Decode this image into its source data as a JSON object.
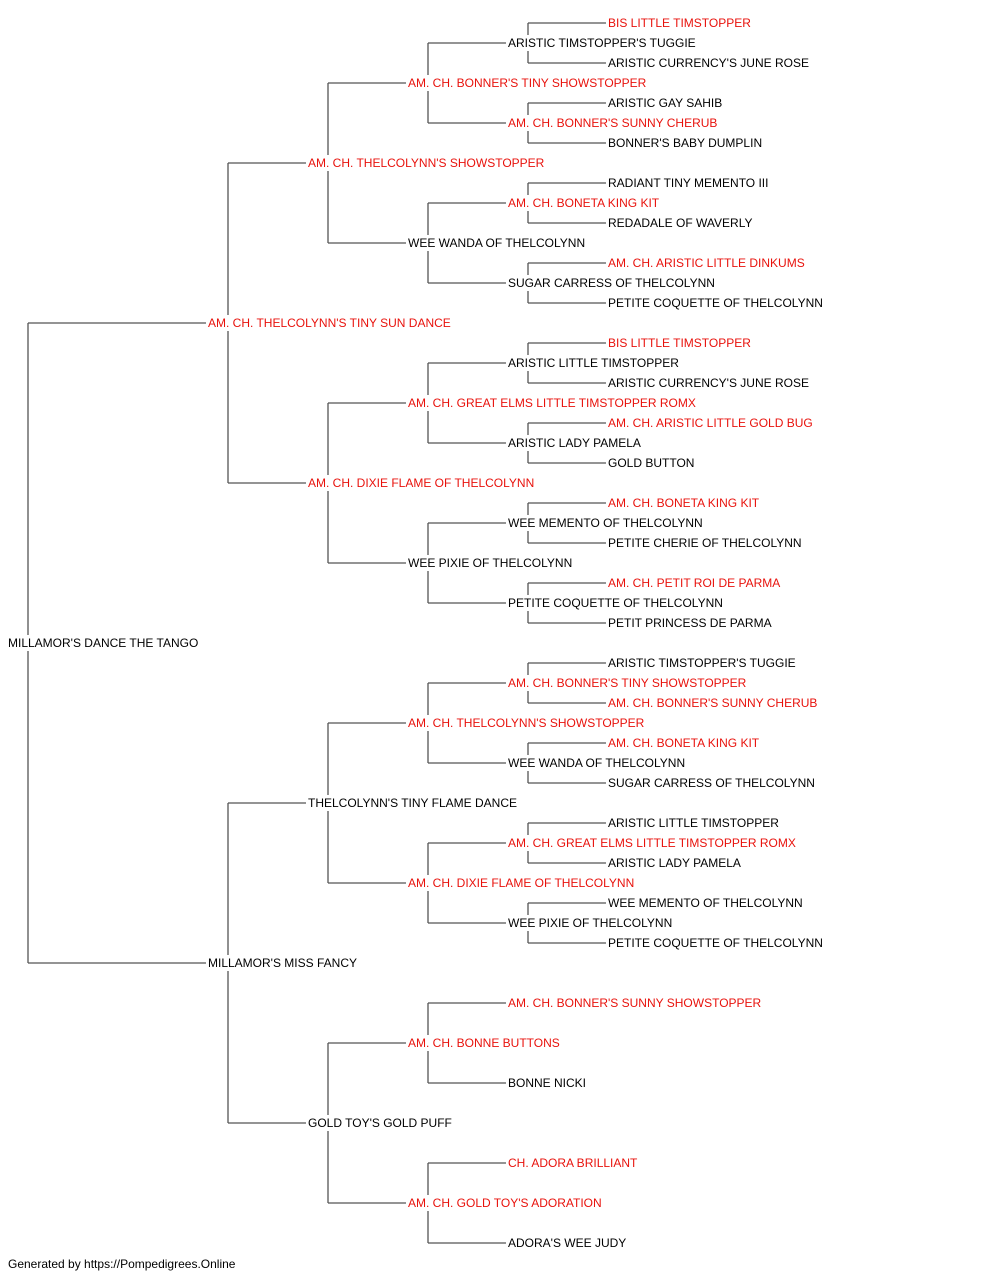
{
  "pedigree": {
    "name": "MILLAMOR'S DANCE THE TANGO",
    "champion": false,
    "sire": {
      "name": "AM. CH. THELCOLYNN'S TINY SUN DANCE",
      "champion": true,
      "sire": {
        "name": "AM. CH. THELCOLYNN'S SHOWSTOPPER",
        "champion": true,
        "sire": {
          "name": "AM. CH. BONNER'S TINY SHOWSTOPPER",
          "champion": true,
          "sire": {
            "name": "ARISTIC TIMSTOPPER'S TUGGIE",
            "champion": false,
            "sire": {
              "name": "BIS LITTLE TIMSTOPPER",
              "champion": true
            },
            "dam": {
              "name": "ARISTIC CURRENCY'S JUNE ROSE",
              "champion": false
            }
          },
          "dam": {
            "name": "AM. CH. BONNER'S SUNNY CHERUB",
            "champion": true,
            "sire": {
              "name": "ARISTIC GAY SAHIB",
              "champion": false
            },
            "dam": {
              "name": "BONNER'S BABY DUMPLIN",
              "champion": false
            }
          }
        },
        "dam": {
          "name": "WEE WANDA OF THELCOLYNN",
          "champion": false,
          "sire": {
            "name": "AM. CH. BONETA KING KIT",
            "champion": true,
            "sire": {
              "name": "RADIANT TINY MEMENTO III",
              "champion": false
            },
            "dam": {
              "name": "REDADALE OF WAVERLY",
              "champion": false
            }
          },
          "dam": {
            "name": "SUGAR CARRESS OF THELCOLYNN",
            "champion": false,
            "sire": {
              "name": "AM. CH. ARISTIC LITTLE DINKUMS",
              "champion": true
            },
            "dam": {
              "name": "PETITE COQUETTE OF THELCOLYNN",
              "champion": false
            }
          }
        }
      },
      "dam": {
        "name": "AM. CH. DIXIE FLAME OF THELCOLYNN",
        "champion": true,
        "sire": {
          "name": "AM. CH. GREAT ELMS LITTLE TIMSTOPPER ROMX",
          "champion": true,
          "sire": {
            "name": "ARISTIC LITTLE TIMSTOPPER",
            "champion": false,
            "sire": {
              "name": "BIS LITTLE TIMSTOPPER",
              "champion": true
            },
            "dam": {
              "name": "ARISTIC CURRENCY'S JUNE ROSE",
              "champion": false
            }
          },
          "dam": {
            "name": "ARISTIC LADY PAMELA",
            "champion": false,
            "sire": {
              "name": "AM. CH. ARISTIC LITTLE GOLD BUG",
              "champion": true
            },
            "dam": {
              "name": "GOLD BUTTON",
              "champion": false
            }
          }
        },
        "dam": {
          "name": "WEE PIXIE OF THELCOLYNN",
          "champion": false,
          "sire": {
            "name": "WEE MEMENTO OF THELCOLYNN",
            "champion": false,
            "sire": {
              "name": "AM. CH. BONETA KING KIT",
              "champion": true
            },
            "dam": {
              "name": "PETITE CHERIE OF THELCOLYNN",
              "champion": false
            }
          },
          "dam": {
            "name": "PETITE COQUETTE OF THELCOLYNN",
            "champion": false,
            "sire": {
              "name": "AM. CH. PETIT ROI DE PARMA",
              "champion": true
            },
            "dam": {
              "name": "PETIT PRINCESS DE PARMA",
              "champion": false
            }
          }
        }
      }
    },
    "dam": {
      "name": "MILLAMOR'S MISS FANCY",
      "champion": false,
      "sire": {
        "name": "THELCOLYNN'S TINY FLAME DANCE",
        "champion": false,
        "sire": {
          "name": "AM. CH. THELCOLYNN'S SHOWSTOPPER",
          "champion": true,
          "sire": {
            "name": "AM. CH. BONNER'S TINY SHOWSTOPPER",
            "champion": true,
            "sire": {
              "name": "ARISTIC TIMSTOPPER'S TUGGIE",
              "champion": false
            },
            "dam": {
              "name": "AM. CH. BONNER'S SUNNY CHERUB",
              "champion": true
            }
          },
          "dam": {
            "name": "WEE WANDA OF THELCOLYNN",
            "champion": false,
            "sire": {
              "name": "AM. CH. BONETA KING KIT",
              "champion": true
            },
            "dam": {
              "name": "SUGAR CARRESS OF THELCOLYNN",
              "champion": false
            }
          }
        },
        "dam": {
          "name": "AM. CH. DIXIE FLAME OF THELCOLYNN",
          "champion": true,
          "sire": {
            "name": "AM. CH. GREAT ELMS LITTLE TIMSTOPPER ROMX",
            "champion": true,
            "sire": {
              "name": "ARISTIC LITTLE TIMSTOPPER",
              "champion": false
            },
            "dam": {
              "name": "ARISTIC LADY PAMELA",
              "champion": false
            }
          },
          "dam": {
            "name": "WEE PIXIE OF THELCOLYNN",
            "champion": false,
            "sire": {
              "name": "WEE MEMENTO OF THELCOLYNN",
              "champion": false
            },
            "dam": {
              "name": "PETITE COQUETTE OF THELCOLYNN",
              "champion": false
            }
          }
        }
      },
      "dam": {
        "name": "GOLD TOY'S GOLD PUFF",
        "champion": false,
        "sire": {
          "name": "AM. CH. BONNE BUTTONS",
          "champion": true,
          "sire": {
            "name": "AM. CH. BONNER'S SUNNY SHOWSTOPPER",
            "champion": true
          },
          "dam": {
            "name": "BONNE NICKI",
            "champion": false
          }
        },
        "dam": {
          "name": "AM. CH. GOLD TOY'S ADORATION",
          "champion": true,
          "sire": {
            "name": "CH. ADORA BRILLIANT",
            "champion": true
          },
          "dam": {
            "name": "ADORA'S WEE JUDY",
            "champion": false
          }
        }
      }
    }
  },
  "colors": {
    "champion": "#e8120c",
    "non_champion": "#000000",
    "connector": "#555555"
  },
  "footer": "Generated by https://Pompedigrees.Online"
}
